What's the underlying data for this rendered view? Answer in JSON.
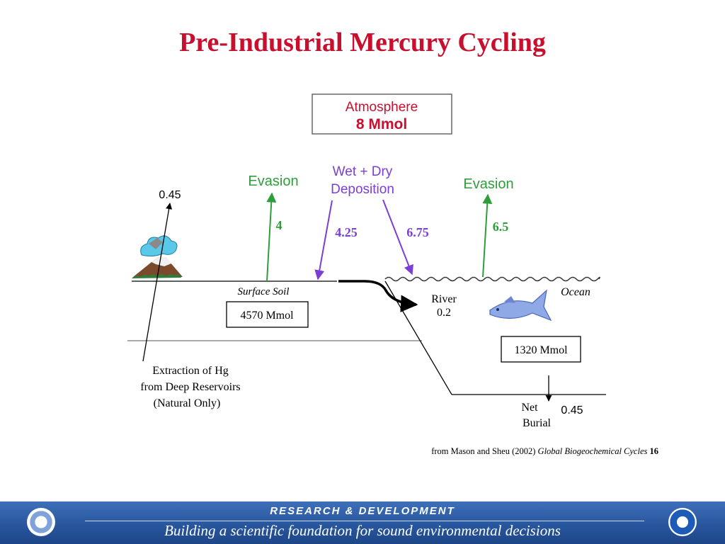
{
  "title": "Pre-Industrial Mercury Cycling",
  "atmosphere": {
    "label": "Atmosphere",
    "amount": "8 Mmol"
  },
  "flows": {
    "extraction_value": "0.45",
    "evasion_land_label": "Evasion",
    "evasion_land_value": "4",
    "deposition_label_line1": "Wet + Dry",
    "deposition_label_line2": "Deposition",
    "deposition_land_value": "4.25",
    "deposition_ocean_value": "6.75",
    "evasion_ocean_label": "Evasion",
    "evasion_ocean_value": "6.5",
    "river_label": "River",
    "river_value": "0.2",
    "burial_label_line1": "Net",
    "burial_label_line2": "Burial",
    "burial_value": "0.45"
  },
  "reservoirs": {
    "soil_label": "Surface Soil",
    "soil_amount": "4570 Mmol",
    "ocean_label": "Ocean",
    "ocean_amount": "1320 Mmol"
  },
  "extraction_note": {
    "line1": "Extraction of Hg",
    "line2": "from Deep Reservoirs",
    "line3": "(Natural Only)"
  },
  "citation": {
    "prefix": "from Mason and Sheu (2002) ",
    "journal": "Global Biogeochemical Cycles",
    "volume": " 16"
  },
  "footer": {
    "top": "RESEARCH & DEVELOPMENT",
    "bottom": "Building a scientific foundation for sound environmental decisions"
  },
  "colors": {
    "title": "#c8102e",
    "atmosphere_label": "#c8102e",
    "evasion": "#2e9e3a",
    "deposition": "#7b3fd6",
    "footer": "#27559c"
  }
}
